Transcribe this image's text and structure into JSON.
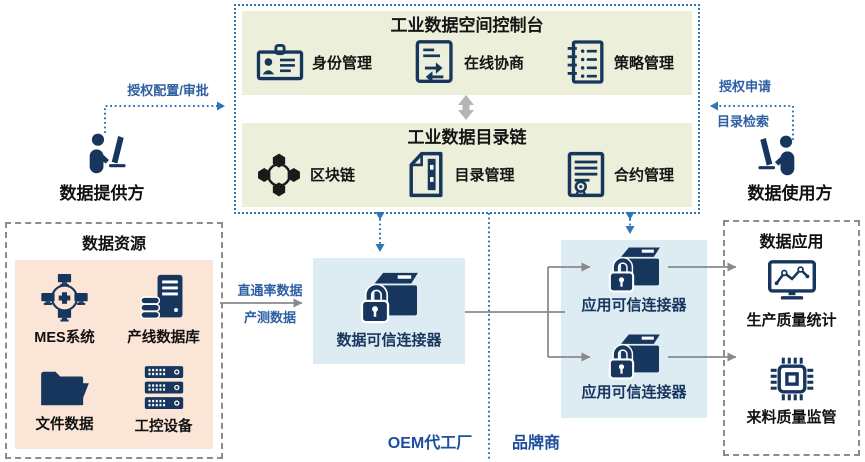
{
  "platform": {
    "console": {
      "title": "工业数据空间控制台",
      "items": [
        {
          "label": "身份管理",
          "icon": "id-card-icon"
        },
        {
          "label": "在线协商",
          "icon": "negotiation-icon"
        },
        {
          "label": "策略管理",
          "icon": "policy-notebook-icon"
        }
      ]
    },
    "catalog": {
      "title": "工业数据目录链",
      "items": [
        {
          "label": "区块链",
          "icon": "blockchain-icon"
        },
        {
          "label": "目录管理",
          "icon": "catalog-document-icon"
        },
        {
          "label": "合约管理",
          "icon": "contract-seal-icon"
        }
      ]
    }
  },
  "provider": {
    "label": "数据提供方",
    "flow_label": "授权配置/审批"
  },
  "consumer": {
    "label": "数据使用方",
    "flow_label_request": "授权申请",
    "flow_label_search": "目录检索"
  },
  "resources": {
    "title": "数据资源",
    "items": [
      {
        "label": "MES系统",
        "icon": "network-computers-icon"
      },
      {
        "label": "产线数据库",
        "icon": "server-database-icon"
      },
      {
        "label": "文件数据",
        "icon": "folder-icon"
      },
      {
        "label": "工控设备",
        "icon": "rack-equipment-icon"
      }
    ]
  },
  "connector": {
    "label": "数据可信连接器",
    "icon": "locked-box-icon"
  },
  "app_connectors": {
    "top_label": "应用可信连接器",
    "bottom_label": "应用可信连接器",
    "icon": "locked-box-icon"
  },
  "apps": {
    "title": "数据应用",
    "items": [
      {
        "label": "生产质量统计",
        "icon": "monitor-chart-icon"
      },
      {
        "label": "来料质量监管",
        "icon": "chip-icon"
      }
    ]
  },
  "flow": {
    "line1": "直通率数据",
    "line2": "产测数据"
  },
  "zones": {
    "oem": "OEM代工厂",
    "brand": "品牌商"
  },
  "colors": {
    "navy": "#17365d",
    "blue_text": "#2e5fa3",
    "section_bg": "#ecefda",
    "peach_bg": "#fbe5d6",
    "connector_bg": "#ddebf3",
    "dotted_blue": "#2e75b6",
    "gray_line": "#8a8a8a",
    "gray_arrow_big": "#b5b5b5"
  }
}
